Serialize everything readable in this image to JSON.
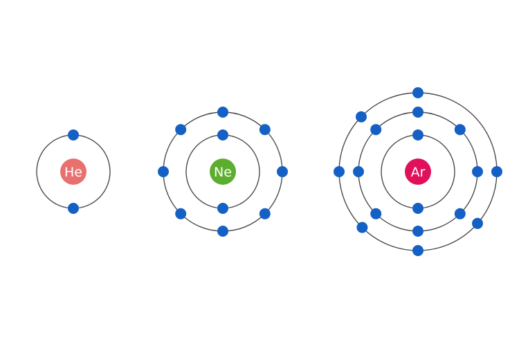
{
  "atoms": [
    {
      "symbol": "He",
      "color": "#E8706F",
      "shells": [
        2
      ]
    },
    {
      "symbol": "Ne",
      "color": "#5DAE2F",
      "shells": [
        2,
        8
      ]
    },
    {
      "symbol": "Ar",
      "color": "#E0105A",
      "shells": [
        2,
        8,
        7
      ]
    }
  ],
  "electron_color": "#1560C4",
  "orbit_color": "#4a4a4a"
}
